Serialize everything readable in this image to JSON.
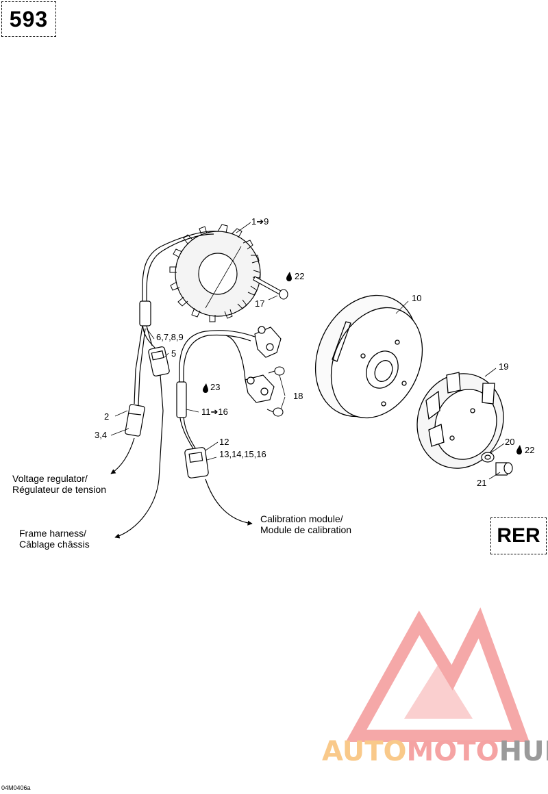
{
  "page_number": "593",
  "variant_badge": "RER",
  "drawing_code": "04M0406a",
  "callouts": {
    "c1_9": "1➔9",
    "c22a": "22",
    "c17": "17",
    "c10": "10",
    "c6789": "6,7,8,9",
    "c5": "5",
    "c23": "23",
    "c18": "18",
    "c19": "19",
    "c2": "2",
    "c34": "3,4",
    "c11_16": "11➔16",
    "c12": "12",
    "c13_16": "13,14,15,16",
    "c20": "20",
    "c22b": "22",
    "c21": "21"
  },
  "connections": {
    "voltage_regulator_en": "Voltage regulator/",
    "voltage_regulator_fr": "Régulateur de tension",
    "frame_harness_en": "Frame harness/",
    "frame_harness_fr": "Câblage châssis",
    "calibration_module_en": "Calibration module/",
    "calibration_module_fr": "Module de calibration"
  },
  "watermark": {
    "part1": "AUTO",
    "part2": "MOTO",
    "part3": "HUB",
    "color_auto": "#f9c98a",
    "color_moto": "#f5a3a3",
    "color_hub": "#9a9a9a",
    "color_mark": "#f28b8b"
  }
}
